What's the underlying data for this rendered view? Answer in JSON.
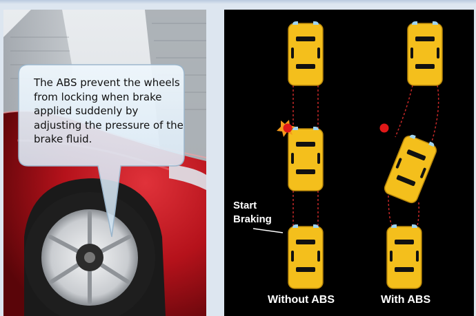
{
  "callout": {
    "text": "The ABS prevent the wheels from locking when brake applied suddenly by adjusting the pressure of the brake fluid."
  },
  "diagram": {
    "start_braking_line1": "Start",
    "start_braking_line2": "Braking",
    "label_without_abs": "Without ABS",
    "label_with_abs": "With ABS"
  },
  "colors": {
    "car_body": "#f4bf1c",
    "car_outline": "#b8860b",
    "car_window": "#111111",
    "trail_line": "#c62828",
    "impact_dot": "#e01818",
    "panel_background": "#000000",
    "sports_car": "#b5121b"
  }
}
